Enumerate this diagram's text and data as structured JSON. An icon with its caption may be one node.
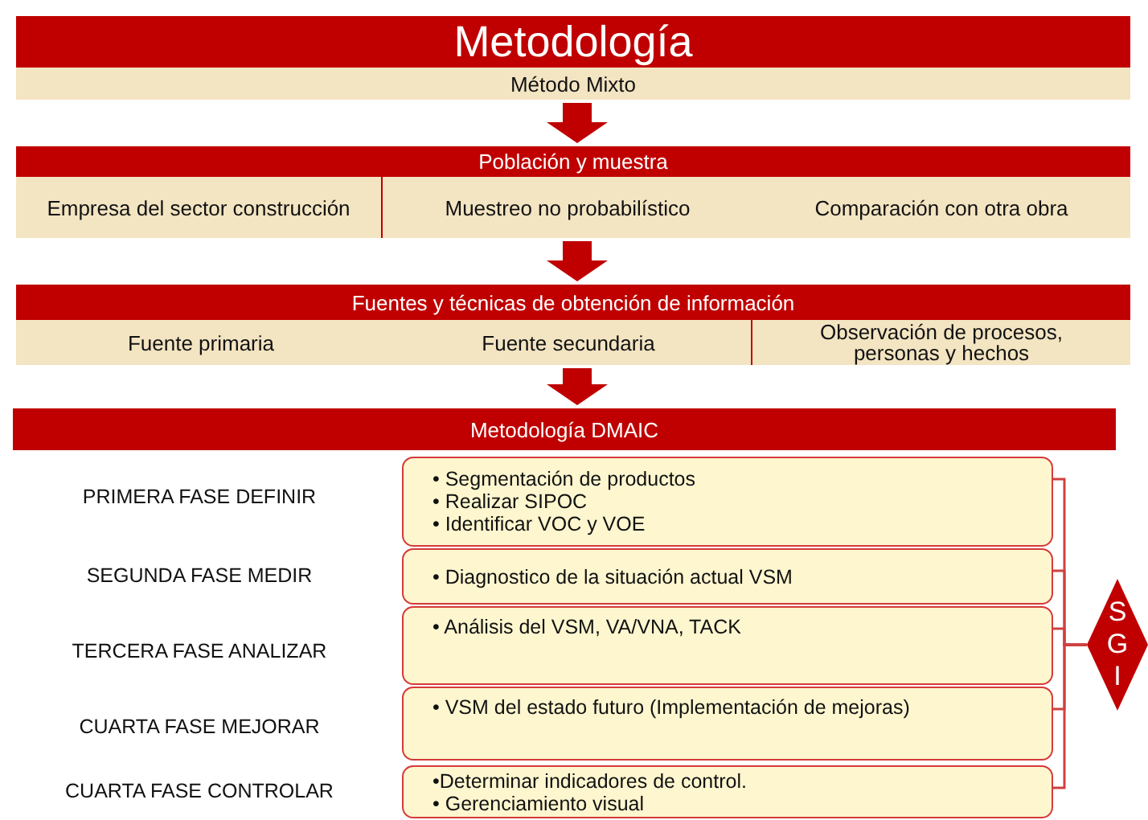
{
  "diagram": {
    "nodes": [
      {
        "text": [
          "Metodología",
          "Método Mixto"
        ]
      },
      {
        "text": [
          "Población y muestra"
        ]
      },
      {
        "text": [
          "Empresa del sector construcción"
        ],
        "in": 1
      },
      {
        "text": [
          "Muestreo no probabilístico"
        ],
        "in": 1
      },
      {
        "text": [
          "Comparación con otra obra"
        ],
        "in": 1
      },
      {
        "text": [
          "Fuentes y técnicas de obtención de información"
        ]
      },
      {
        "text": [
          "Fuente primaria"
        ],
        "in": 5
      },
      {
        "text": [
          "Fuente secundaria"
        ],
        "in": 5
      },
      {
        "text": [
          "Observación de procesos, personas y hechos"
        ],
        "in": 5
      },
      {
        "text": [
          "Metodología DMAIC"
        ]
      },
      {
        "text": [
          "• Segmentación de productos",
          "• Realizar SIPOC",
          "• Identificar VOC y VOE"
        ]
      },
      {
        "text": [
          "• Diagnostico de la situación actual VSM"
        ]
      },
      {
        "text": [
          "• Análisis del VSM, VA/VNA, TACK"
        ]
      },
      {
        "text": [
          "• VSM del estado futuro (Implementación de mejoras)"
        ]
      },
      {
        "text": [
          "•Determinar indicadores de control.",
          "• Gerenciamiento visual"
        ]
      },
      {
        "text": [
          "S G I"
        ]
      }
    ],
    "edges": [
      {
        "from": 0,
        "to": 1,
        "arrow": "to"
      },
      {
        "from": 1,
        "to": 5,
        "arrow": "to"
      },
      {
        "from": 5,
        "to": 9,
        "arrow": "to"
      },
      {
        "from": 10,
        "to": 15,
        "arrow": "none"
      },
      {
        "from": 11,
        "to": 15,
        "arrow": "none"
      },
      {
        "from": 12,
        "to": 15,
        "arrow": "none"
      },
      {
        "from": 13,
        "to": 15,
        "arrow": "none"
      },
      {
        "from": 14,
        "to": 15,
        "arrow": "none"
      }
    ],
    "labels": [
      "PRIMERA FASE  DEFINIR",
      "SEGUNDA FASE MEDIR",
      "TERCERA FASE ANALIZAR",
      "CUARTA FASE MEJORAR",
      "CUARTA FASE CONTROLAR"
    ]
  }
}
